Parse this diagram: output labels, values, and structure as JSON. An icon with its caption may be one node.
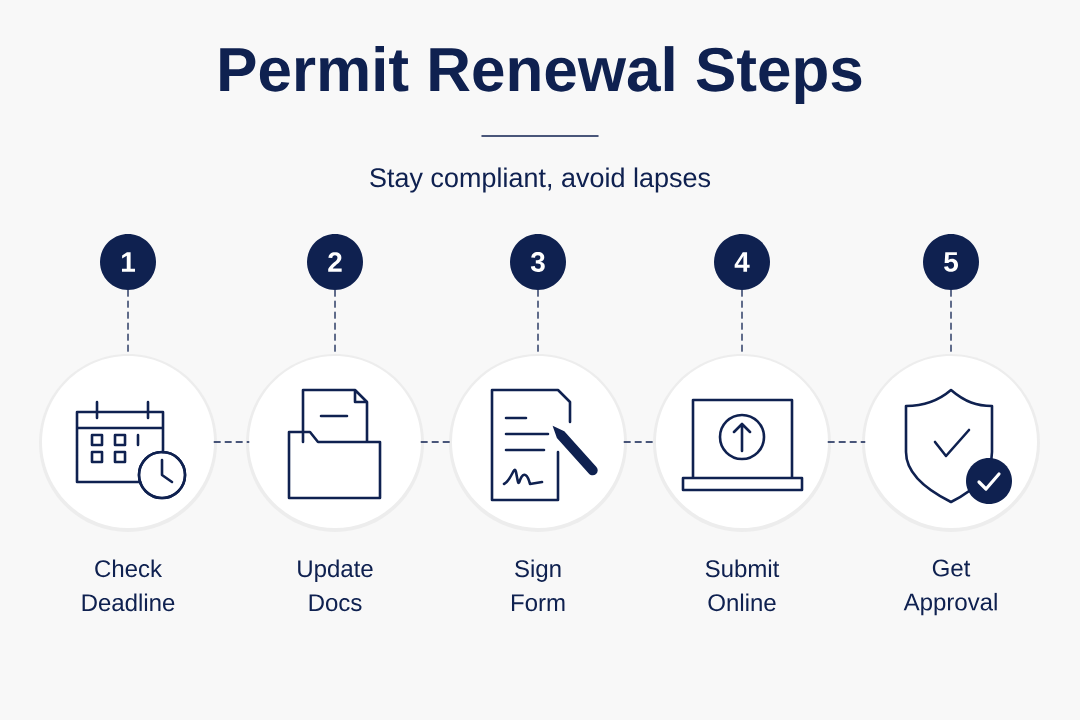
{
  "diagram": {
    "title": "Permit Renewal Steps",
    "nodes": [
      {
        "text": [
          "1"
        ]
      },
      {
        "text": [
          "2"
        ]
      },
      {
        "text": [
          "3"
        ]
      },
      {
        "text": [
          "4"
        ]
      },
      {
        "text": [
          "5"
        ]
      },
      {
        "text": [
          "Check Deadline"
        ]
      },
      {
        "text": [
          "Update Docs"
        ]
      },
      {
        "text": [
          "Sign Form"
        ]
      },
      {
        "text": [
          "Submit Online"
        ]
      },
      {
        "text": [
          "Get Approval"
        ]
      }
    ],
    "edges": [
      {
        "from": 0,
        "to": 5,
        "arrow": "none",
        "style": "dashed"
      },
      {
        "from": 1,
        "to": 6,
        "arrow": "none",
        "style": "dashed"
      },
      {
        "from": 2,
        "to": 7,
        "arrow": "none",
        "style": "dashed"
      },
      {
        "from": 3,
        "to": 8,
        "arrow": "none",
        "style": "dashed"
      },
      {
        "from": 4,
        "to": 9,
        "arrow": "none",
        "style": "dashed"
      },
      {
        "from": 5,
        "to": 6,
        "arrow": "none",
        "style": "dashed"
      },
      {
        "from": 6,
        "to": 7,
        "arrow": "none",
        "style": "dashed"
      },
      {
        "from": 7,
        "to": 8,
        "arrow": "none",
        "style": "dashed"
      },
      {
        "from": 8,
        "to": 9,
        "arrow": "none",
        "style": "dashed"
      }
    ],
    "labels": [
      "Stay compliant, avoid lapses"
    ]
  }
}
